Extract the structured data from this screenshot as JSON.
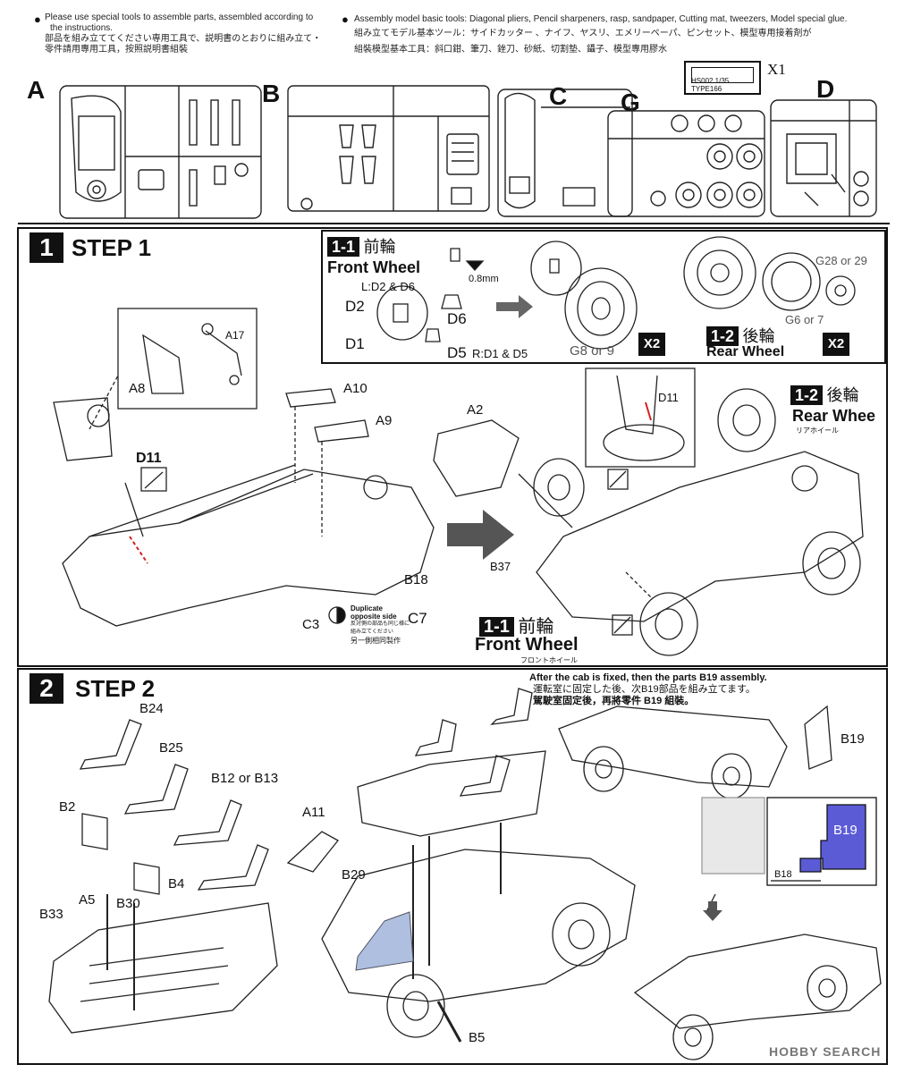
{
  "header": {
    "note_left": [
      "Please use special tools to assemble parts, assembled according to",
      "the instructions.",
      "部品を組み立ててください専用工具で、説明書のとおりに組み立て・",
      "零件請用專用工具，按照説明書組裝"
    ],
    "note_right": [
      "Assembly model basic tools: Diagonal pliers, Pencil sharpeners, rasp, sandpaper, Cutting mat, tweezers, Model special glue.",
      "組み立てモデル基本ツール：サイドカッター 、ナイフ、ヤスリ、エメリーペーパ、ピンセット、模型専用接着剤が",
      "組裝模型基本工具：斜口鉗、筆刀、銼刀、砂紙、切割墊、鑷子、模型專用膠水"
    ],
    "decal_label": "X1",
    "decal_text": "HS002 1/35 TYPE166",
    "sprues": [
      "A",
      "B",
      "C",
      "G",
      "D"
    ]
  },
  "step1": {
    "number": "1",
    "title": "STEP 1",
    "sub1": {
      "badge": "1-1",
      "jp": "前輪",
      "en": "Front Wheel",
      "parts_l": "L:D2 & D6",
      "parts_r": "R:D1 & D5",
      "d2": "D2",
      "d1": "D1",
      "d6": "D6",
      "d5": "D5",
      "drill": "0.8mm",
      "tires": "G8 or 9",
      "qty": "X2"
    },
    "sub2": {
      "badge": "1-2",
      "jp": "後輪",
      "en": "Rear Wheel",
      "tire": "G28 or 29",
      "hub": "G6 or 7",
      "qty": "X2"
    },
    "parts": {
      "a17": "A17",
      "a8": "A8",
      "a10": "A10",
      "a9": "A9",
      "d11": "D11",
      "b18": "B18",
      "c3": "C3",
      "c7": "C7",
      "a2": "A2",
      "b37": "B37",
      "d11_detail": "D11"
    },
    "duplicate": [
      "Duplicate opposite side",
      "反対側の部品も同じ様に組み立てください",
      "另一側相同製作"
    ],
    "rear_wheel": {
      "badge": "1-2",
      "jp": "後輪",
      "en": "Rear Whee",
      "kana": "リアホイール"
    },
    "front_wheel": {
      "badge": "1-1",
      "jp": "前輪",
      "en": "Front Wheel",
      "kana": "フロントホイール"
    }
  },
  "step2": {
    "number": "2",
    "title": "STEP 2",
    "instruction": [
      "After the cab is fixed, then the parts B19 assembly.",
      "運転室に固定した後、次B19部品を組み立てます。",
      "駕駛室固定後，再將零件 B19 組裝。"
    ],
    "parts": {
      "b24": "B24",
      "b25": "B25",
      "b12": "B12 or B13",
      "b2": "B2",
      "b4": "B4",
      "a5": "A5",
      "b30": "B30",
      "b33": "B33",
      "a11": "A11",
      "b29": "B29",
      "b5": "B5",
      "b19": "B19",
      "b19_detail": "B19",
      "b18_detail": "B18"
    }
  },
  "footer": {
    "watermark": "HOBBY SEARCH"
  },
  "colors": {
    "ink": "#111111",
    "highlight_blue": "#5b5bd6",
    "glue_red": "#d42020",
    "panel_blue": "#aebfe0"
  }
}
